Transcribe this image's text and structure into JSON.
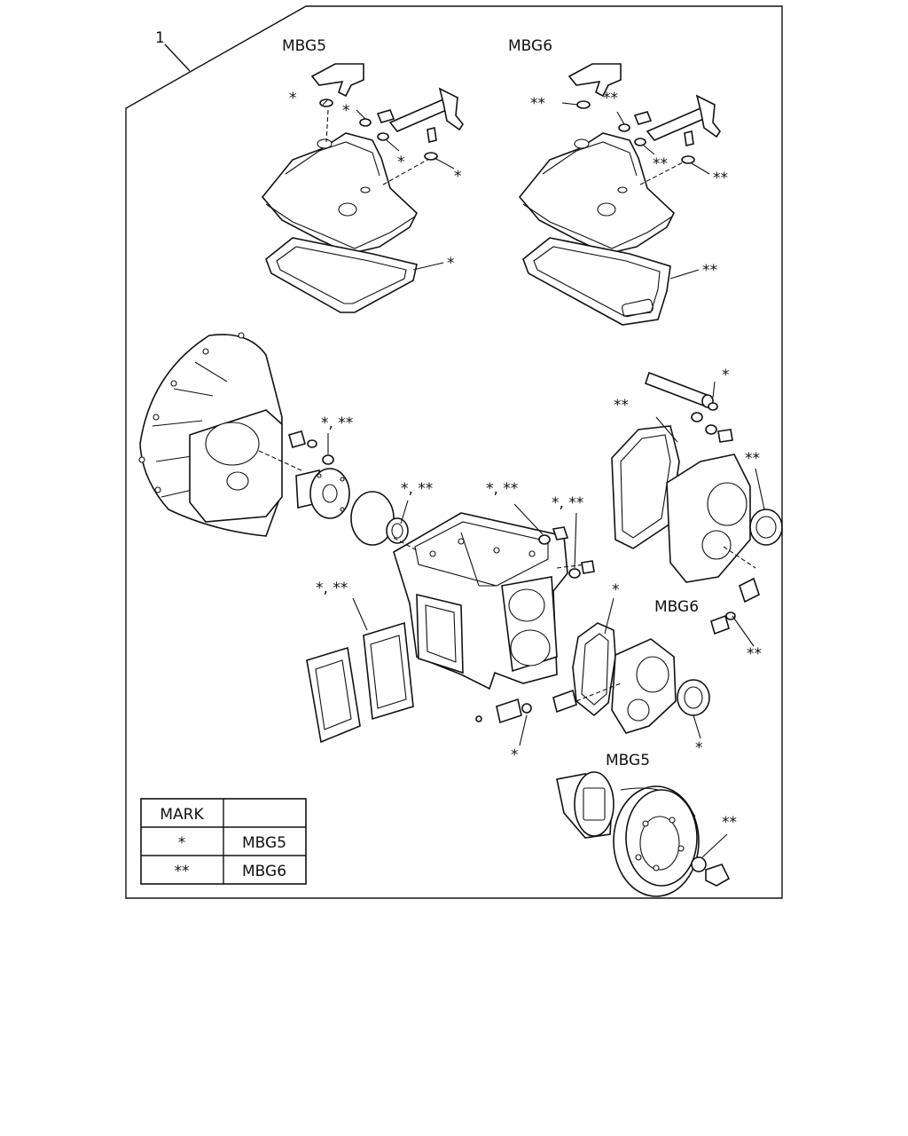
{
  "item_number": "1",
  "variant_labels": {
    "top_left": "MBG5",
    "top_right": "MBG6",
    "mid_right": "MBG6",
    "bottom": "MBG5"
  },
  "marks": {
    "single": "*",
    "double": "**",
    "both": "*, **"
  },
  "legend": {
    "header_mark": "MARK",
    "header_model": "",
    "rows": [
      {
        "mark": "*",
        "model": "MBG5"
      },
      {
        "mark": "**",
        "model": "MBG6"
      }
    ]
  }
}
